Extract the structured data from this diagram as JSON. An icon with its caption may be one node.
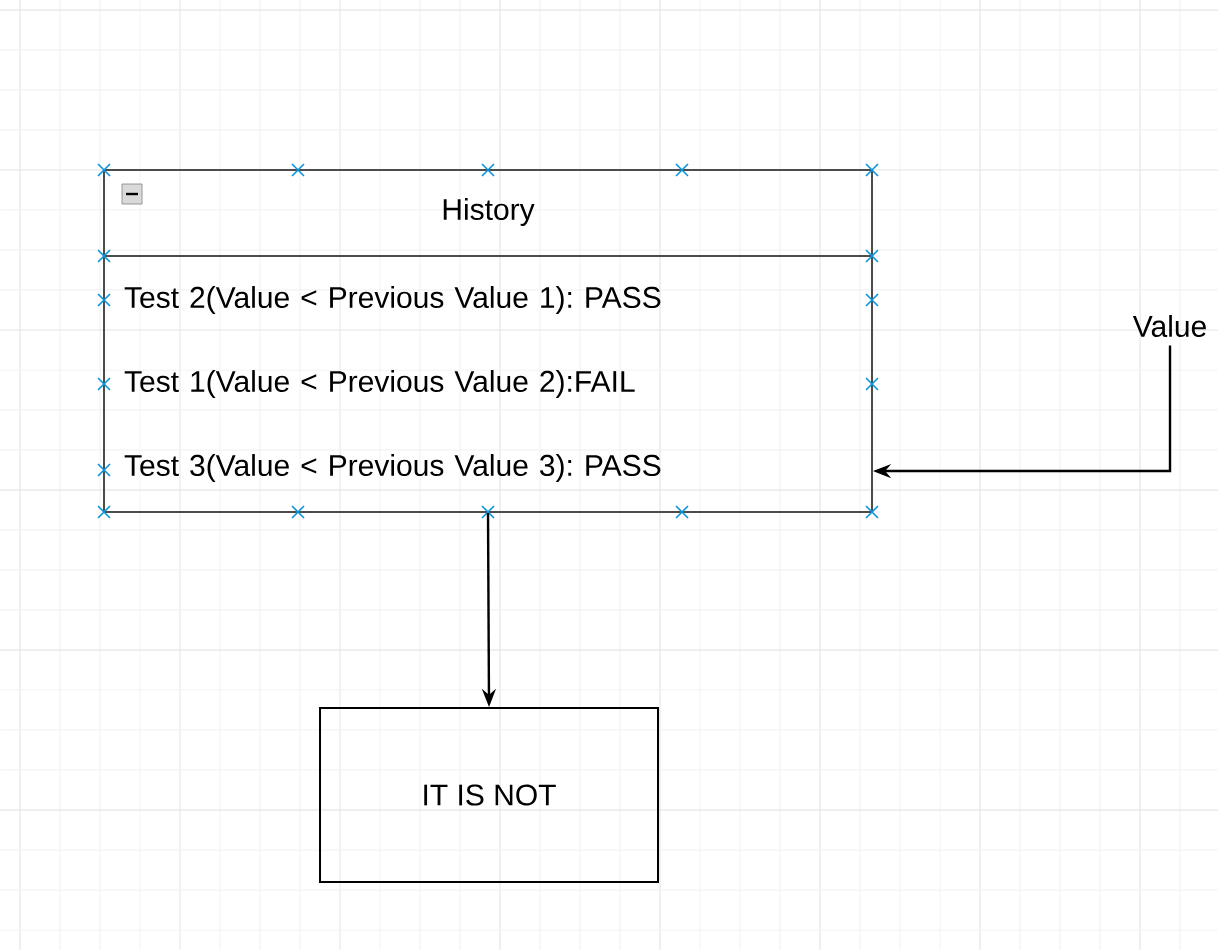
{
  "diagram": {
    "nodes": [
      {
        "text": [
          "History"
        ]
      },
      {
        "text": [
          "Test 2(Value < Previous Value 1): PASS"
        ],
        "in": 0
      },
      {
        "text": [
          "Test 1(Value < Previous Value 2):FAIL"
        ],
        "in": 0
      },
      {
        "text": [
          "Test 3(Value < Previous Value 3): PASS"
        ],
        "in": 0
      },
      {
        "text": [
          "IT IS NOT"
        ]
      },
      {
        "text": [
          "Value"
        ]
      }
    ],
    "edges": [
      {
        "from": 0,
        "to": 4,
        "arrow": "to"
      },
      {
        "from": 5,
        "to": 0,
        "arrow": "to"
      }
    ]
  }
}
